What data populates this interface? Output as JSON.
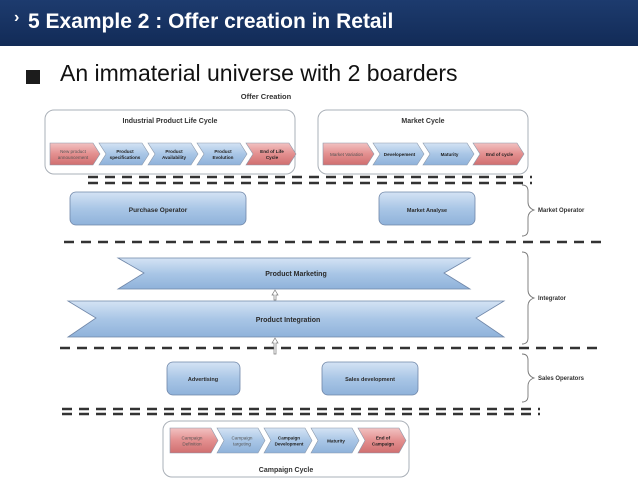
{
  "slide": {
    "chevron": "›",
    "title": "5 Example 2 : Offer creation in Retail",
    "bullet": "An immaterial universe with 2 boarders"
  },
  "diagram": {
    "title": "Offer Creation",
    "ipl_group": {
      "label": "Industrial Product Life Cycle",
      "steps": [
        {
          "label": [
            "New product",
            "announcement"
          ],
          "color": "#e38f8f",
          "style": "faded"
        },
        {
          "label": [
            "Product",
            "specifications"
          ],
          "color": "#a9c6e6",
          "style": "bold"
        },
        {
          "label": [
            "Product",
            "Availability"
          ],
          "color": "#a9c6e6",
          "style": "bold"
        },
        {
          "label": [
            "Product",
            "Evolution"
          ],
          "color": "#a9c6e6",
          "style": "bold"
        },
        {
          "label": [
            "End of Life",
            "Cycle"
          ],
          "color": "#e3898c",
          "style": "bold"
        }
      ]
    },
    "market_group": {
      "label": "Market Cycle",
      "steps": [
        {
          "label": [
            "Market Variation"
          ],
          "color": "#e38f8f",
          "style": "faded"
        },
        {
          "label": [
            "Developement"
          ],
          "color": "#a9c6e6",
          "style": "bold"
        },
        {
          "label": [
            "Maturity"
          ],
          "color": "#a9c6e6",
          "style": "bold"
        },
        {
          "label": [
            "End of cycle"
          ],
          "color": "#e3898c",
          "style": "bold"
        }
      ]
    },
    "boxes": {
      "purchase_operator": "Purchase Operator",
      "market_analyse": "Market Analyse",
      "product_marketing": "Product Marketing",
      "product_integration": "Product Integration",
      "advertising": "Advertising",
      "sales_development": "Sales development"
    },
    "braces": {
      "market_operator": "Market Operator",
      "integrator": "Integrator",
      "sales_operators": "Sales Operators"
    },
    "campaign_group": {
      "label": "Campaign Cycle",
      "steps": [
        {
          "label": [
            "Campaign",
            "Definition"
          ],
          "color": "#e38f8f",
          "style": "faded"
        },
        {
          "label": [
            "Campaign",
            "targeting"
          ],
          "color": "#a9c6e6",
          "style": "faded"
        },
        {
          "label": [
            "Campaign",
            "Development"
          ],
          "color": "#a9c6e6",
          "style": "bold"
        },
        {
          "label": [
            "Maturity"
          ],
          "color": "#a9c6e6",
          "style": "bold"
        },
        {
          "label": [
            "End of",
            "Campaign"
          ],
          "color": "#e3898c",
          "style": "bold"
        }
      ]
    },
    "colors": {
      "box_fill": "#a9c6e6",
      "box_stroke": "#6f86a8",
      "title_bar": "#163463"
    }
  }
}
